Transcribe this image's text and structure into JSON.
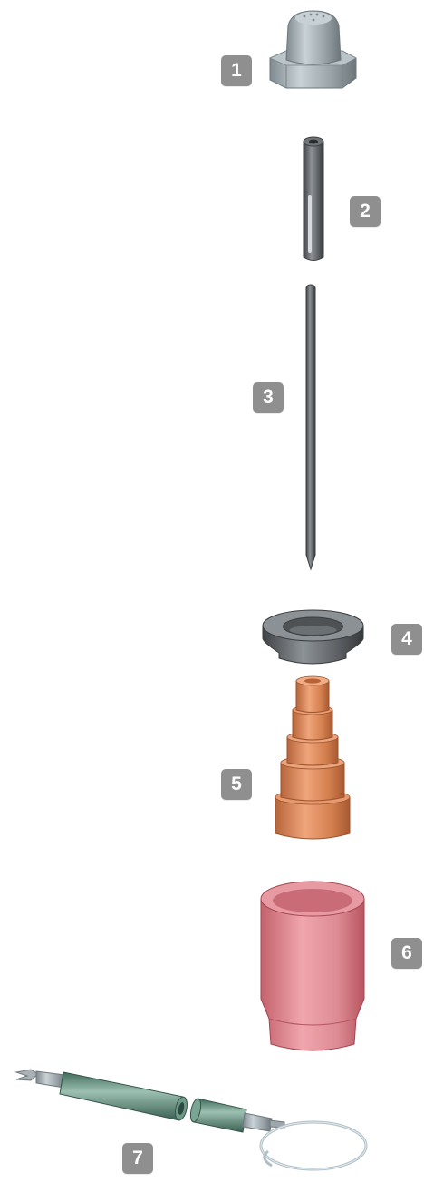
{
  "parts": [
    {
      "number": "1",
      "icon": "hex-nut-cap-icon"
    },
    {
      "number": "2",
      "icon": "split-collet-icon"
    },
    {
      "number": "3",
      "icon": "electrode-rod-icon"
    },
    {
      "number": "4",
      "icon": "washer-ring-icon"
    },
    {
      "number": "5",
      "icon": "collet-body-icon"
    },
    {
      "number": "6",
      "icon": "ceramic-nozzle-icon"
    },
    {
      "number": "7",
      "icon": "cable-hose-icon"
    }
  ],
  "colors": {
    "badge": "#8f8f8f",
    "steel": "#9aa3a8",
    "dark_steel": "#5e6266",
    "copper": "#d98555",
    "ceramic": "#df8a92",
    "hose": "#5f8a78"
  }
}
